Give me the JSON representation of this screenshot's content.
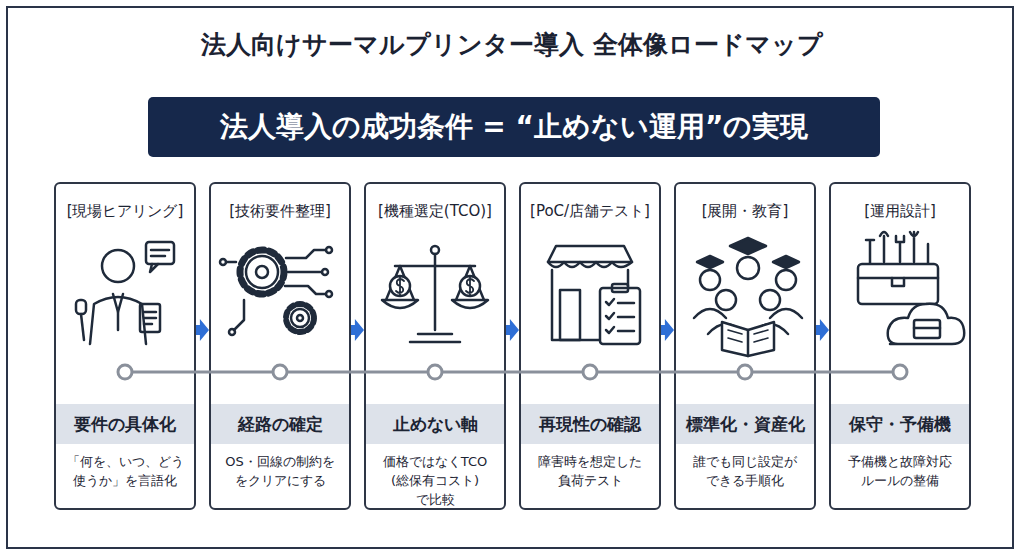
{
  "diagram": {
    "title": "法人向けサーマルプリンター導入 全体像ロードマップ",
    "nodes": [
      {
        "text": [
          "法人導入の成功条件 = “止めない運用”の実現"
        ]
      },
      {
        "text": [
          "[現場ヒアリング]",
          "「何を、いつ、どう 使うか」を言語化"
        ]
      },
      {
        "text": [
          "要件の具体化"
        ],
        "in": 1
      },
      {
        "text": [
          "[技術要件整理]",
          "OS・回線の制約を をクリアにする"
        ]
      },
      {
        "text": [
          "経路の確定"
        ],
        "in": 3
      },
      {
        "text": [
          "[機種選定(TCO)]",
          "価格ではなくTCO (総保有コスト)で比較"
        ]
      },
      {
        "text": [
          "止めない軸"
        ],
        "in": 5
      },
      {
        "text": [
          "[PoC/店舗テスト]",
          "障害時を想定した 負荷テスト"
        ]
      },
      {
        "text": [
          "再現性の確認"
        ],
        "in": 7
      },
      {
        "text": [
          "[展開・教育]",
          "誰でも同じ設定が できる手順化"
        ]
      },
      {
        "text": [
          "標準化・資産化"
        ],
        "in": 9
      },
      {
        "text": [
          "[運用設計]",
          "予備機と故障対応 ルールの整備"
        ]
      },
      {
        "text": [
          "保守・予備機"
        ],
        "in": 11
      }
    ],
    "edges": [
      {
        "from": 1,
        "to": 3,
        "arrow": "to"
      },
      {
        "from": 3,
        "to": 5,
        "arrow": "to"
      },
      {
        "from": 5,
        "to": 7,
        "arrow": "to"
      },
      {
        "from": 7,
        "to": 9,
        "arrow": "to"
      },
      {
        "from": 9,
        "to": 11,
        "arrow": "to"
      }
    ]
  }
}
